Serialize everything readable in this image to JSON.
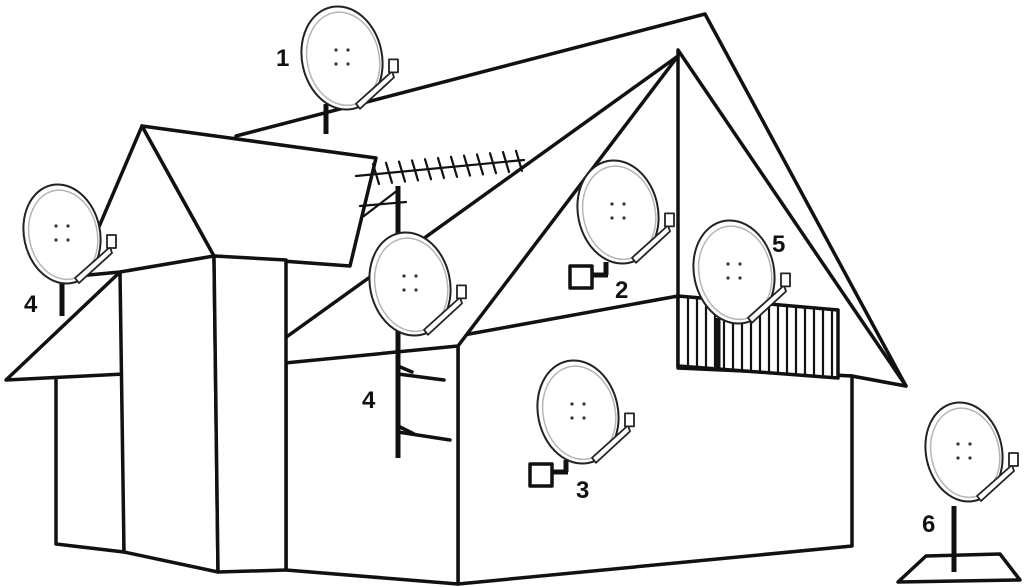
{
  "labels": [
    {
      "key": "roof_top",
      "text": "1"
    },
    {
      "key": "wall_upper",
      "text": "2"
    },
    {
      "key": "wall_lower",
      "text": "3"
    },
    {
      "key": "side_eave",
      "text": "4"
    },
    {
      "key": "mast",
      "text": "4"
    },
    {
      "key": "balcony",
      "text": "5"
    },
    {
      "key": "ground",
      "text": "6"
    }
  ],
  "colors": {
    "line": "#111111",
    "dish_inner": "#b5b5b5",
    "fill": "#ffffff"
  }
}
